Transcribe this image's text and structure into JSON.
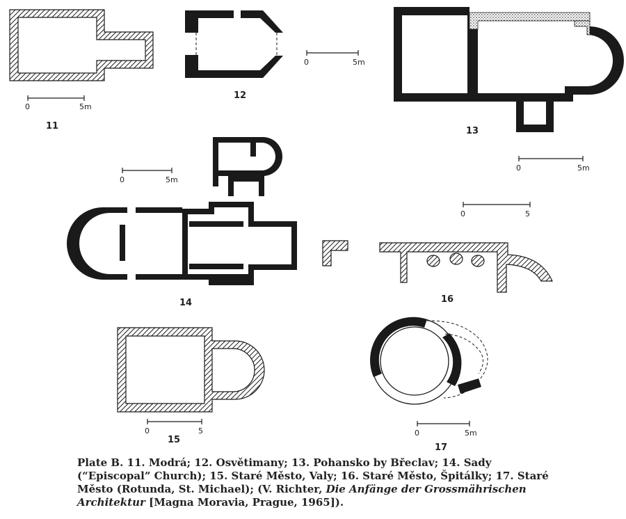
{
  "plans": [
    {
      "number": "11"
    },
    {
      "number": "12"
    },
    {
      "number": "13"
    },
    {
      "number": "14"
    },
    {
      "number": "15"
    },
    {
      "number": "16"
    },
    {
      "number": "17"
    }
  ],
  "scales": [
    {
      "start": "0",
      "end": "5m"
    },
    {
      "start": "0",
      "end": "5m"
    },
    {
      "start": "0",
      "end": "5m"
    },
    {
      "start": "0",
      "end": "5m"
    },
    {
      "start": "0",
      "end": "5"
    },
    {
      "start": "0",
      "end": "5"
    },
    {
      "start": "0",
      "end": "5m"
    }
  ],
  "caption": {
    "part1": "Plate B. 11. Modrá; 12. Osvětimany; 13. Pohansko by Břeclav; 14. Sady (“Episcopal” Church); 15. Staré Město, Valy; 16. Staré Město, Špitálky; 17. Staré Město (Rotunda, St. Michael); (V. Richter, ",
    "book_title": "Die Anfänge der Grossmährischen Architektur",
    "part2": " [Magna Moravia, Prague, 1965])."
  }
}
